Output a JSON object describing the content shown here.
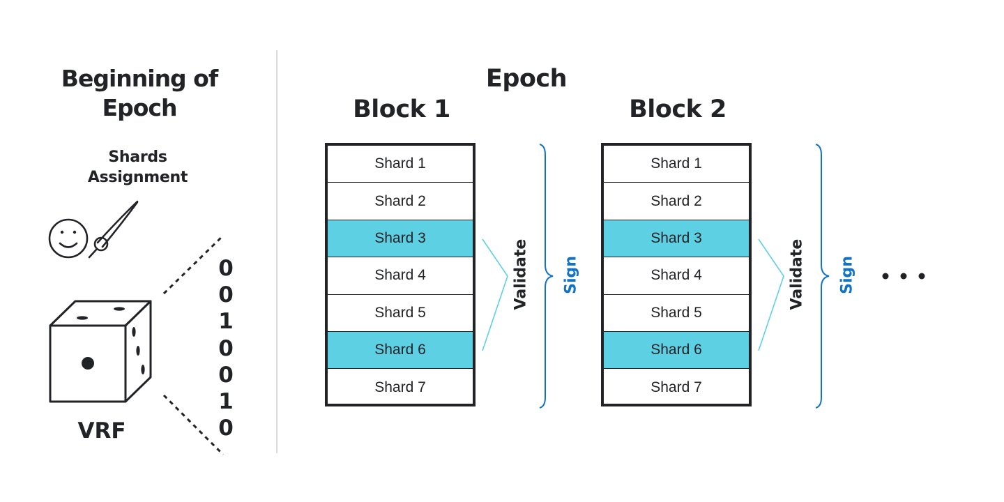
{
  "left_panel": {
    "title_line1": "Beginning of",
    "title_line2": "Epoch",
    "subtitle_line1": "Shards",
    "subtitle_line2": "Assignment",
    "vrf_label": "VRF",
    "bits": [
      "0",
      "0",
      "1",
      "0",
      "0",
      "1",
      "0"
    ]
  },
  "epoch_title": "Epoch",
  "blocks": [
    {
      "title": "Block 1",
      "shards": [
        "Shard 1",
        "Shard 2",
        "Shard 3",
        "Shard 4",
        "Shard 5",
        "Shard 6",
        "Shard 7"
      ],
      "highlighted": [
        3,
        6
      ],
      "validate_label": "Validate",
      "sign_label": "Sign"
    },
    {
      "title": "Block 2",
      "shards": [
        "Shard 1",
        "Shard 2",
        "Shard 3",
        "Shard 4",
        "Shard 5",
        "Shard 6",
        "Shard 7"
      ],
      "highlighted": [
        3,
        6
      ],
      "validate_label": "Validate",
      "sign_label": "Sign"
    }
  ],
  "colors": {
    "highlight": "#5ed0e3",
    "sign_blue": "#1273c5",
    "dark": "#222326",
    "divider": "#d9d9d9"
  },
  "icons": [
    "smiley-face-icon",
    "magnifier-icon",
    "dice-icon",
    "ellipsis-icon"
  ]
}
